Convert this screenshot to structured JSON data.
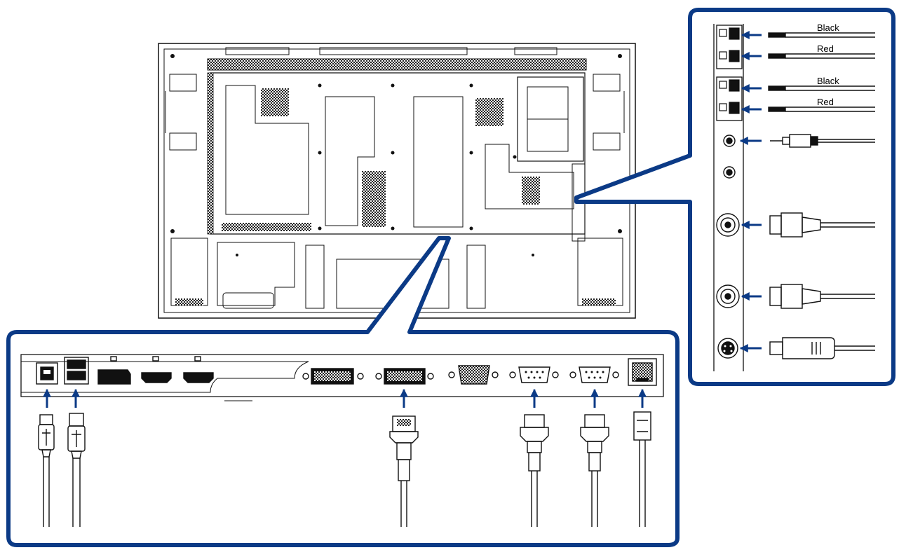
{
  "colors": {
    "callout_border": "#0b3a86",
    "arrow": "#0b3a86",
    "line": "#111111",
    "panel_fill": "#ffffff"
  },
  "speaker_terminals": {
    "labels": [
      "Black",
      "Red",
      "Black",
      "Red"
    ]
  },
  "bottom_panel": {
    "ports": [
      {
        "name": "usb-b-port",
        "icon": "usb-b-icon"
      },
      {
        "name": "usb-a-port",
        "icon": "usb-a-icon"
      },
      {
        "name": "displayport-port",
        "icon": "displayport-icon"
      },
      {
        "name": "hdmi-port-1",
        "icon": "hdmi-icon"
      },
      {
        "name": "hdmi-port-2",
        "icon": "hdmi-icon"
      },
      {
        "name": "dvi-port-1",
        "icon": "dvi-icon"
      },
      {
        "name": "dvi-port-2",
        "icon": "dvi-icon"
      },
      {
        "name": "vga-port",
        "icon": "vga-icon"
      },
      {
        "name": "rs232-port-1",
        "icon": "serial-icon"
      },
      {
        "name": "rs232-port-2",
        "icon": "serial-icon"
      },
      {
        "name": "rj45-port",
        "icon": "rj45-icon"
      }
    ]
  },
  "side_panel": {
    "ports": [
      {
        "name": "speaker-terminal",
        "icon": "terminal-icon"
      },
      {
        "name": "audio-jack",
        "icon": "audio-jack-icon"
      },
      {
        "name": "bnc-port-1",
        "icon": "bnc-icon"
      },
      {
        "name": "bnc-port-2",
        "icon": "bnc-icon"
      },
      {
        "name": "s-video-port",
        "icon": "s-video-icon"
      }
    ]
  }
}
